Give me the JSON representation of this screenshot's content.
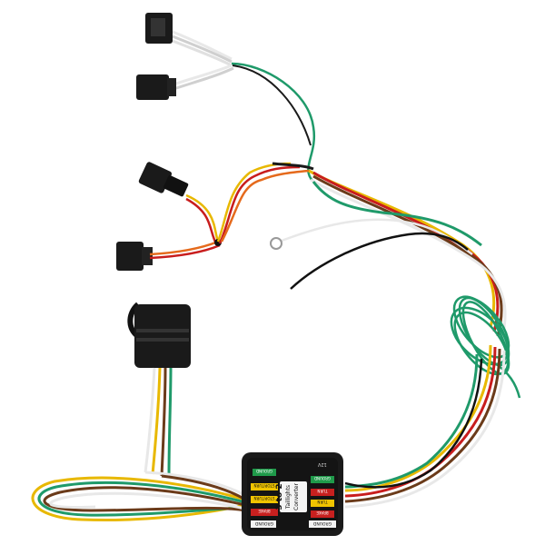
{
  "product": "trailer tail light wiring harness with 3-to-2 converter box",
  "converter": {
    "title_top": "3 to 2",
    "title_mid": "Taillights",
    "title_bot": "Converter",
    "voltage": "12V",
    "left_labels": [
      "GROUND",
      "STOP/TURN",
      "STOP/TURN",
      "BRAKE",
      "GROUND"
    ],
    "right_labels": [
      "GROUND",
      "TURN",
      "TURN",
      "BRAKE",
      "GROUND"
    ]
  },
  "colors": {
    "wire_white": "#e8e8e8",
    "wire_green": "#1f9a6a",
    "wire_yellow": "#e8b800",
    "wire_brown": "#6b3b1a",
    "wire_red": "#c81d1d",
    "wire_orange": "#e56a1c",
    "wire_black": "#111111",
    "connector_black": "#1a1a1a",
    "label_green": "#1f9a4a",
    "label_yellow": "#f0c400",
    "label_red": "#c8201f"
  }
}
